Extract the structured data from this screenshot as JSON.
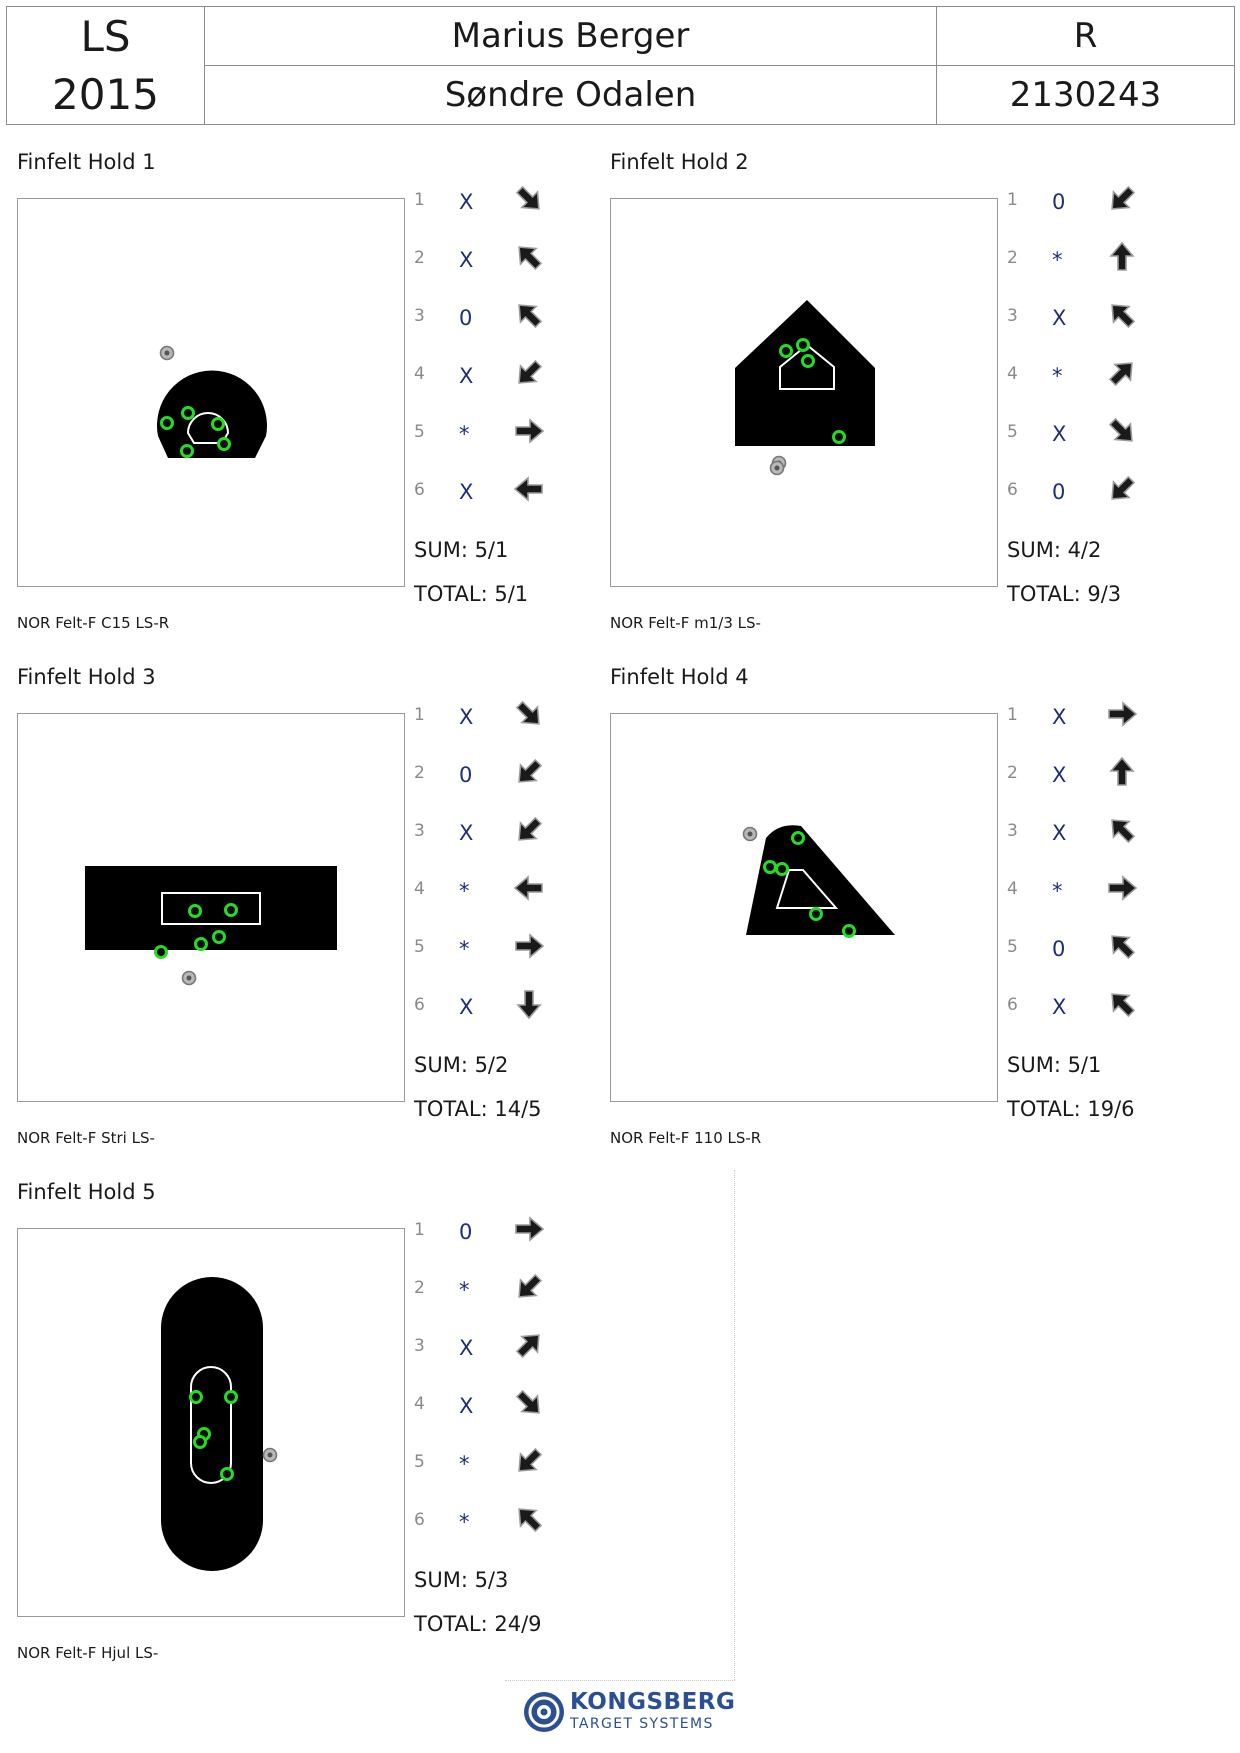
{
  "header": {
    "competition_code": "LS",
    "year": "2015",
    "shooter_name": "Marius Berger",
    "club": "Søndre Odalen",
    "class": "R",
    "shooter_id": "2130243"
  },
  "holds": [
    {
      "title": "Finfelt Hold 1",
      "target_label": "NOR Felt-F C15 LS-R",
      "target_shape": "dome",
      "shots": [
        {
          "num": "1",
          "value": "X",
          "direction": "down-right"
        },
        {
          "num": "2",
          "value": "X",
          "direction": "up-left"
        },
        {
          "num": "3",
          "value": "0",
          "direction": "up-left"
        },
        {
          "num": "4",
          "value": "X",
          "direction": "down-left"
        },
        {
          "num": "5",
          "value": "*",
          "direction": "right"
        },
        {
          "num": "6",
          "value": "X",
          "direction": "left"
        }
      ],
      "sum": "SUM: 5/1",
      "total": "TOTAL: 5/1"
    },
    {
      "title": "Finfelt Hold 2",
      "target_label": "NOR Felt-F m1/3 LS-",
      "target_shape": "house",
      "shots": [
        {
          "num": "1",
          "value": "0",
          "direction": "down-left"
        },
        {
          "num": "2",
          "value": "*",
          "direction": "up"
        },
        {
          "num": "3",
          "value": "X",
          "direction": "up-left"
        },
        {
          "num": "4",
          "value": "*",
          "direction": "up-right"
        },
        {
          "num": "5",
          "value": "X",
          "direction": "down-right"
        },
        {
          "num": "6",
          "value": "0",
          "direction": "down-left"
        }
      ],
      "sum": "SUM: 4/2",
      "total": "TOTAL: 9/3"
    },
    {
      "title": "Finfelt Hold 3",
      "target_label": "NOR Felt-F Stri LS-",
      "target_shape": "stripe",
      "shots": [
        {
          "num": "1",
          "value": "X",
          "direction": "down-right"
        },
        {
          "num": "2",
          "value": "0",
          "direction": "down-left"
        },
        {
          "num": "3",
          "value": "X",
          "direction": "down-left"
        },
        {
          "num": "4",
          "value": "*",
          "direction": "left"
        },
        {
          "num": "5",
          "value": "*",
          "direction": "right"
        },
        {
          "num": "6",
          "value": "X",
          "direction": "down"
        }
      ],
      "sum": "SUM: 5/2",
      "total": "TOTAL: 14/5"
    },
    {
      "title": "Finfelt Hold 4",
      "target_label": "NOR Felt-F 110 LS-R",
      "target_shape": "hat",
      "shots": [
        {
          "num": "1",
          "value": "X",
          "direction": "right"
        },
        {
          "num": "2",
          "value": "X",
          "direction": "up"
        },
        {
          "num": "3",
          "value": "X",
          "direction": "up-left"
        },
        {
          "num": "4",
          "value": "*",
          "direction": "right"
        },
        {
          "num": "5",
          "value": "0",
          "direction": "up-left"
        },
        {
          "num": "6",
          "value": "X",
          "direction": "up-left"
        }
      ],
      "sum": "SUM: 5/1",
      "total": "TOTAL: 19/6"
    },
    {
      "title": "Finfelt Hold 5",
      "target_label": "NOR Felt-F Hjul LS-",
      "target_shape": "pill",
      "shots": [
        {
          "num": "1",
          "value": "0",
          "direction": "right"
        },
        {
          "num": "2",
          "value": "*",
          "direction": "down-left"
        },
        {
          "num": "3",
          "value": "X",
          "direction": "up-right"
        },
        {
          "num": "4",
          "value": "X",
          "direction": "down-right"
        },
        {
          "num": "5",
          "value": "*",
          "direction": "down-left"
        },
        {
          "num": "6",
          "value": "*",
          "direction": "up-left"
        }
      ],
      "sum": "SUM: 5/3",
      "total": "TOTAL: 24/9"
    }
  ],
  "logo": {
    "brand": "KONGSBERG",
    "subtitle": "TARGET SYSTEMS",
    "color": "#2a4f95"
  },
  "colors": {
    "hit": "#22dd22",
    "miss": "#777777",
    "score_text": "#1e2f7a"
  }
}
